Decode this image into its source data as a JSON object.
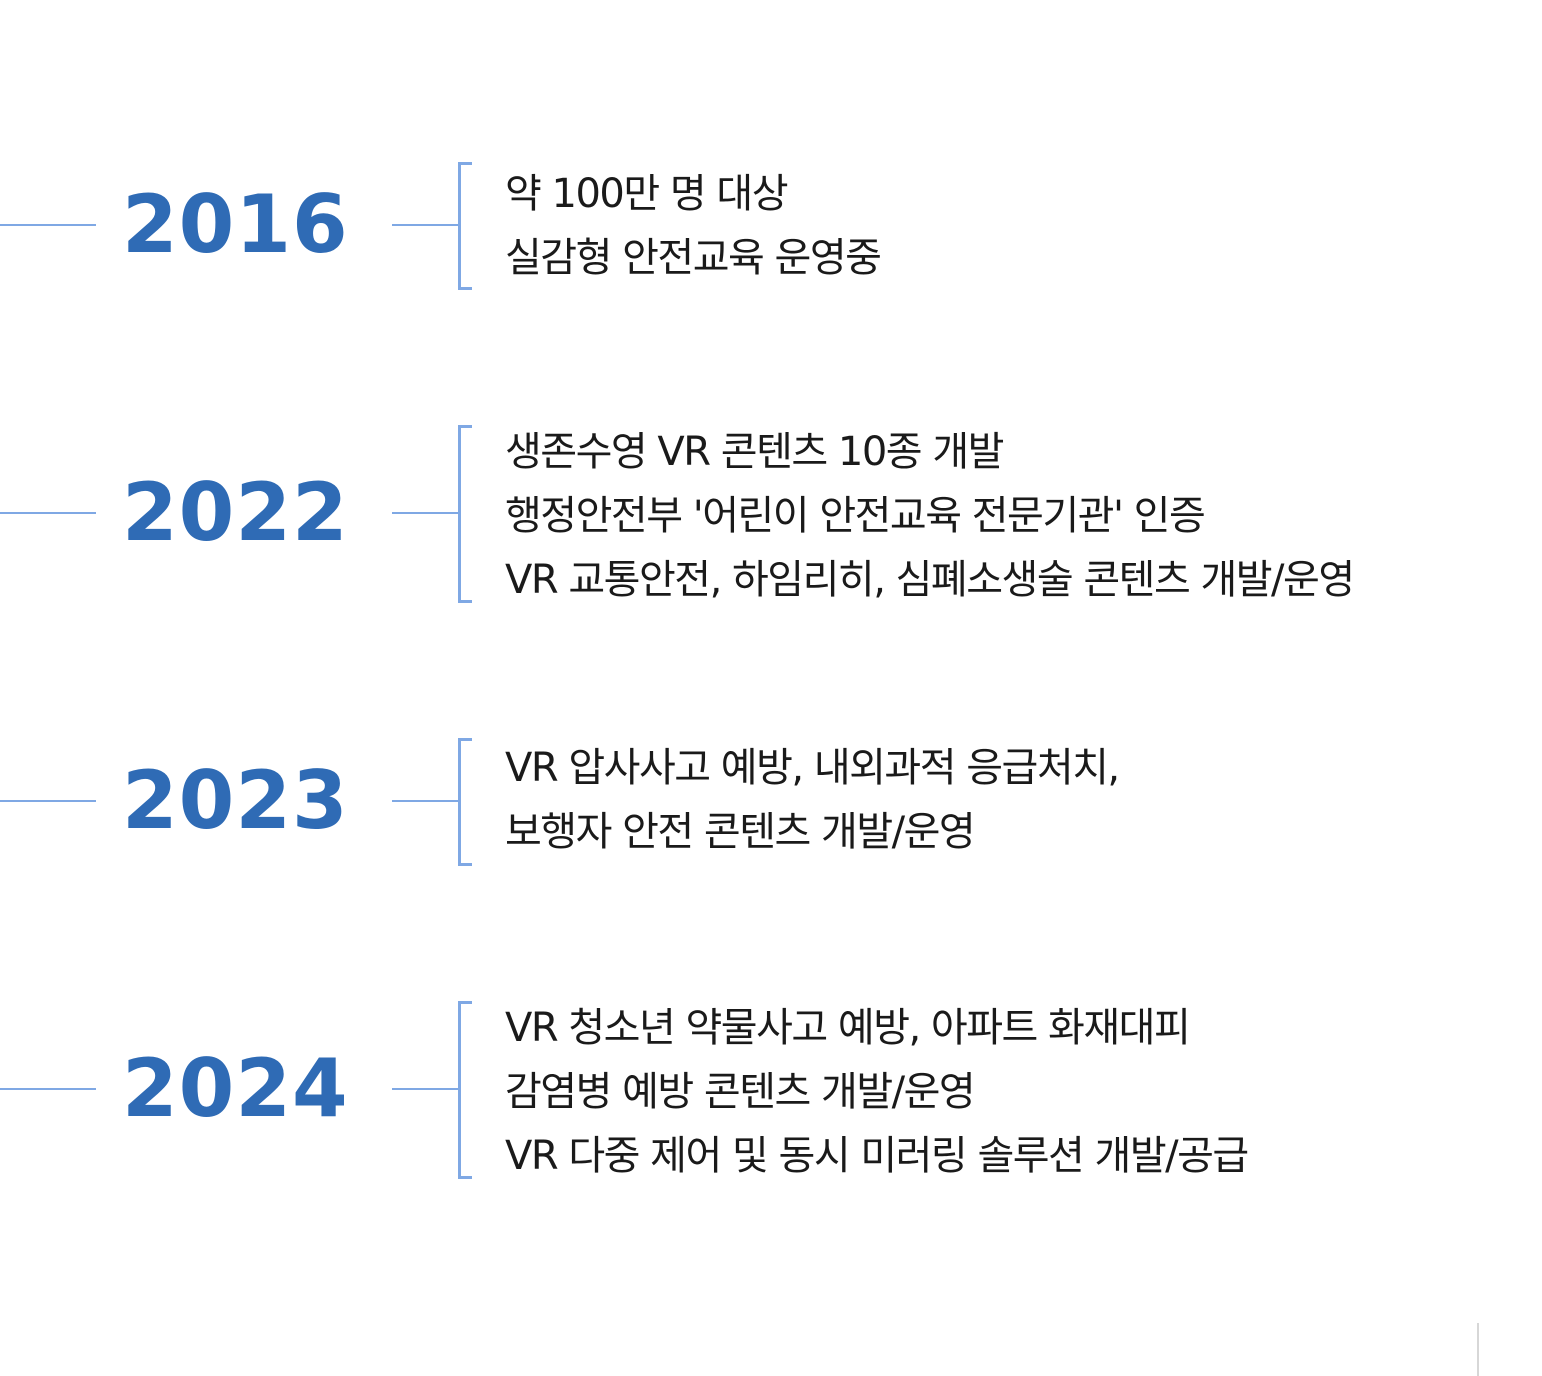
{
  "colors": {
    "year": "#2f6bb5",
    "line": "#7fa8e4"
  },
  "entries": [
    {
      "year": "2016",
      "lines": [
        "약 100만 명 대상",
        "실감형 안전교육 운영중"
      ]
    },
    {
      "year": "2022",
      "lines": [
        "생존수영 VR 콘텐츠 10종 개발",
        "행정안전부 '어린이 안전교육 전문기관' 인증",
        "VR 교통안전, 하임리히, 심폐소생술 콘텐츠 개발/운영"
      ]
    },
    {
      "year": "2023",
      "lines": [
        "VR 압사사고 예방, 내외과적 응급처치,",
        "보행자 안전 콘텐츠 개발/운영"
      ]
    },
    {
      "year": "2024",
      "lines": [
        "VR 청소년 약물사고 예방, 아파트 화재대피",
        "감염병 예방 콘텐츠 개발/운영",
        "VR 다중 제어 및 동시 미러링 솔루션 개발/공급"
      ]
    }
  ]
}
